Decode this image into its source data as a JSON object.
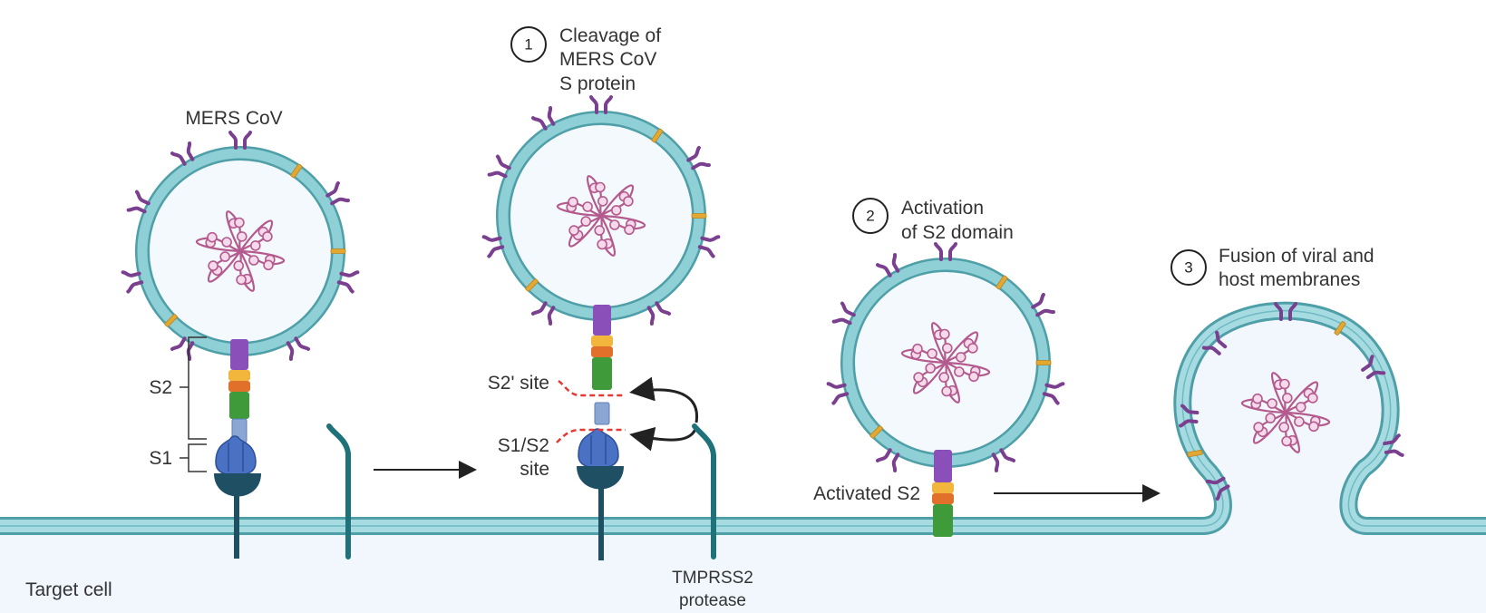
{
  "labels": {
    "virus": "MERS CoV",
    "s2": "S2",
    "s1": "S1",
    "target_cell": "Target cell",
    "s2prime_site": "S2' site",
    "s1s2_site_line1": "S1/S2",
    "s1s2_site_line2": "site",
    "tmprss2_line1": "TMPRSS2",
    "tmprss2_line2": "protease",
    "activated_s2": "Activated S2"
  },
  "steps": [
    {
      "number": "1",
      "lines": [
        "Cleavage of",
        "MERS CoV",
        "S protein"
      ]
    },
    {
      "number": "2",
      "lines": [
        "Activation",
        "of S2 domain"
      ]
    },
    {
      "number": "3",
      "lines": [
        "Fusion of viral and",
        "host membranes"
      ]
    }
  ],
  "colors": {
    "membrane": "#8fcfd6",
    "membrane_dark": "#4e9fa8",
    "cell_fill": "#f1f7fc",
    "virus_fill": "#f4f9fd",
    "rna": "#b45a8e",
    "rna_node": "#f6d9ea",
    "glycoprotein": "#7b3f8f",
    "marker": "#e2a832",
    "receptor_blue": "#4a72c4",
    "receptor_dark": "#1f4f63",
    "protease": "#1f7279",
    "cleavage_line": "#e53935",
    "arrow": "#222222",
    "s2_purple": "#8a4fb8",
    "s2_yellow": "#f3b63c",
    "s2_orange": "#e0702a",
    "s2_green": "#3f9a3a",
    "s2_grey": "#8aa7d4"
  }
}
